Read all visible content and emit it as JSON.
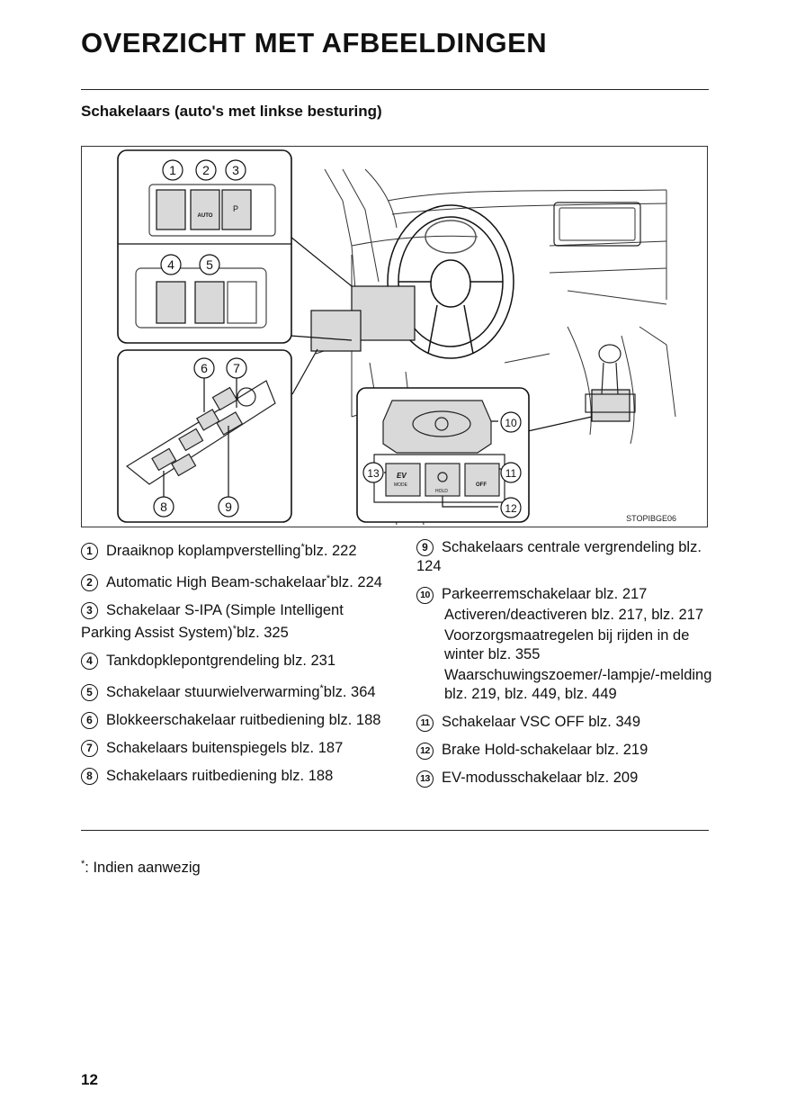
{
  "title": "OVERZICHT MET AFBEELDINGEN",
  "subtitle": "Schakelaars (auto's met linkse besturing)",
  "figure": {
    "code": "STOPIBGE06",
    "callouts": [
      "1",
      "2",
      "3",
      "4",
      "5",
      "6",
      "7",
      "8",
      "9",
      "10",
      "11",
      "12",
      "13"
    ],
    "button_labels": {
      "auto": "AUTO",
      "p": "P",
      "ev": "EV",
      "mode": "MODE",
      "hold": "HOLD",
      "off": "OFF"
    }
  },
  "left_items": [
    {
      "num": "1",
      "text": "Draaiknop koplampverstelling",
      "star": "*",
      "page": "blz. 222"
    },
    {
      "num": "2",
      "text": "Automatic High Beam-schakelaar",
      "star": "*",
      "page": "blz. 224"
    },
    {
      "num": "3",
      "text": "Schakelaar S-IPA (Simple Intelligent Parking Assist System)",
      "star": "*",
      "page": "blz. 325"
    },
    {
      "num": "4",
      "text": "Tankdopklepontgrendeling blz. 231",
      "star": "",
      "page": ""
    },
    {
      "num": "5",
      "text": "Schakelaar stuurwielverwarming",
      "star": "*",
      "page": "blz. 364"
    },
    {
      "num": "6",
      "text": "Blokkeerschakelaar ruitbediening blz. 188",
      "star": "",
      "page": ""
    },
    {
      "num": "7",
      "text": "Schakelaars buitenspiegels blz. 187",
      "star": "",
      "page": ""
    },
    {
      "num": "8",
      "text": "Schakelaars ruitbediening blz. 188",
      "star": "",
      "page": ""
    }
  ],
  "right_items": [
    {
      "num": "9",
      "text": "Schakelaars centrale vergrendeling blz. 124"
    },
    {
      "num": "10",
      "text": "Parkeerremschakelaar blz. 217",
      "sub": [
        "Activeren/deactiveren blz. 217, blz. 217",
        "Voorzorgsmaatregelen bij rijden in de winter blz. 355",
        "Waarschuwingszoemer/-lampje/-melding blz. 219, blz. 449, blz. 449"
      ]
    },
    {
      "num": "11",
      "text": "Schakelaar VSC OFF blz. 349"
    },
    {
      "num": "12",
      "text": "Brake Hold-schakelaar blz. 219"
    },
    {
      "num": "13",
      "text": "EV-modusschakelaar blz. 209"
    }
  ],
  "footnote": {
    "star": "*",
    "text": ": Indien aanwezig"
  },
  "page_number": "12"
}
